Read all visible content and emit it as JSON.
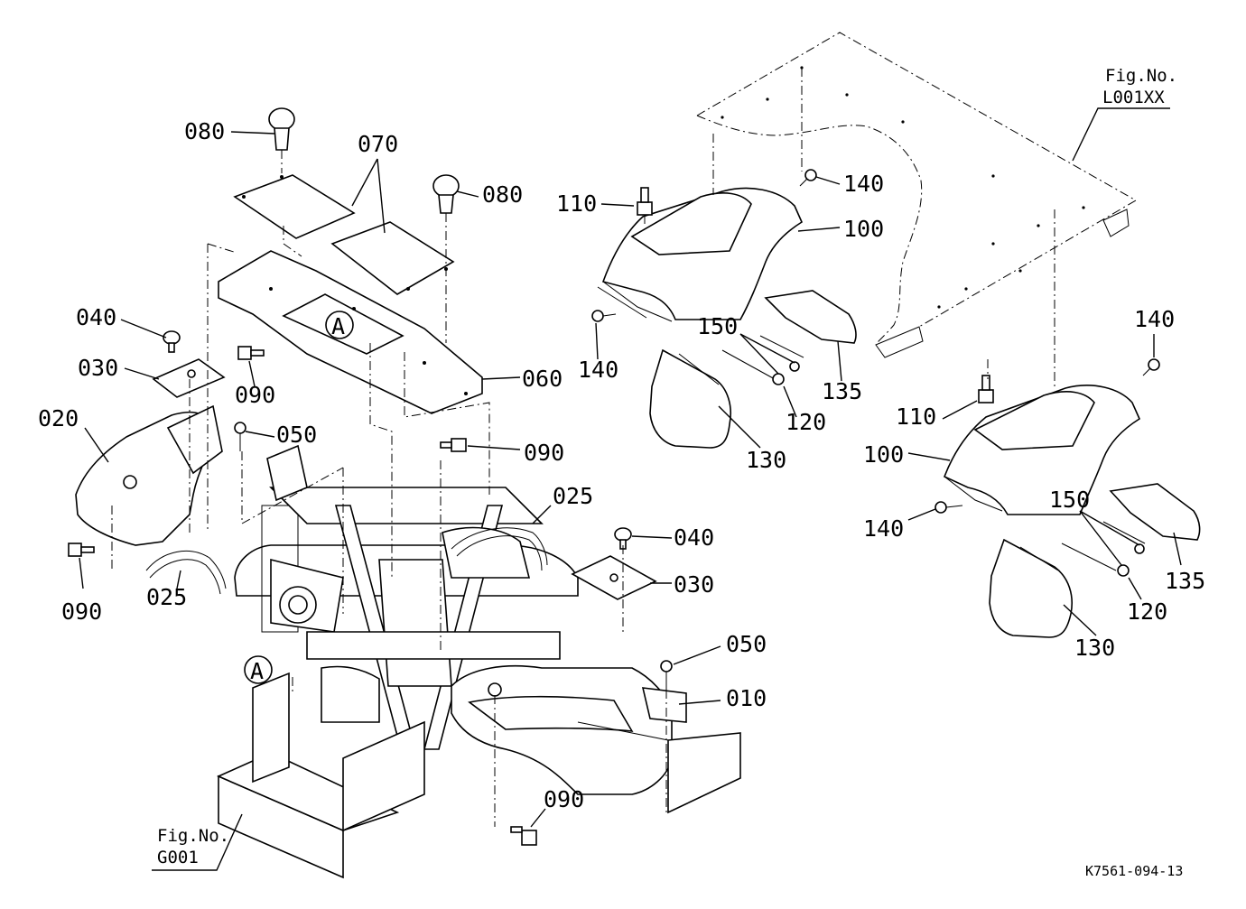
{
  "diagram": {
    "part_numbers": {
      "p010": "010",
      "p020": "020",
      "p025a": "025",
      "p025b": "025",
      "p030a": "030",
      "p030b": "030",
      "p040a": "040",
      "p040b": "040",
      "p050a": "050",
      "p050b": "050",
      "p060": "060",
      "p070": "070",
      "p080a": "080",
      "p080b": "080",
      "p090a": "090",
      "p090b": "090",
      "p090c": "090",
      "p090d": "090",
      "p100a": "100",
      "p100b": "100",
      "p110a": "110",
      "p110b": "110",
      "p120a": "120",
      "p120b": "120",
      "p130a": "130",
      "p130b": "130",
      "p135a": "135",
      "p135b": "135",
      "p140a": "140",
      "p140b": "140",
      "p140c": "140",
      "p140d": "140",
      "p150a": "150",
      "p150b": "150"
    },
    "refs": {
      "l001_line1": "Fig.No.",
      "l001_line2": "L001XX",
      "g001_line1": "Fig.No.",
      "g001_line2": "G001"
    },
    "markers": {
      "a1": "A",
      "a2": "A"
    },
    "drawing_code": "K7561-094-13"
  }
}
